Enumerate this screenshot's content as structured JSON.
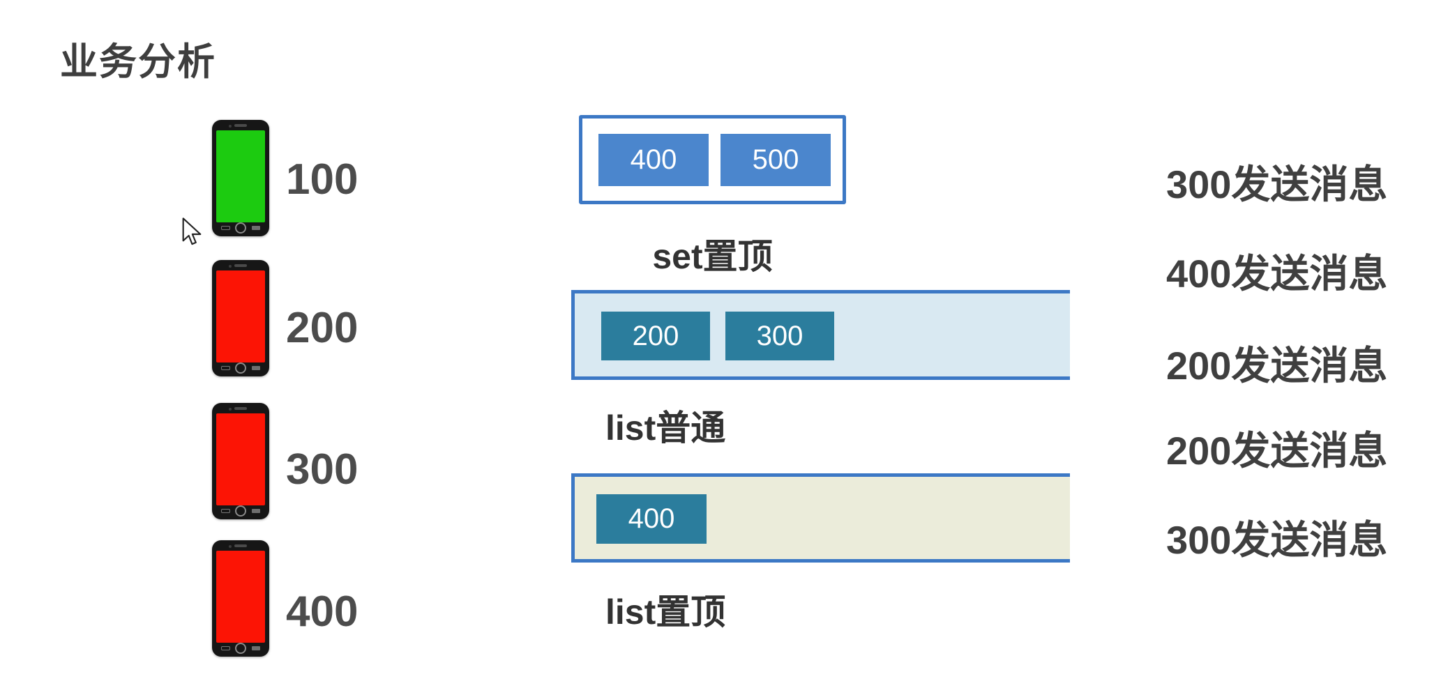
{
  "slide": {
    "title": "业务分析"
  },
  "phones": [
    {
      "label": "100",
      "screen_color": "#1ccb10"
    },
    {
      "label": "200",
      "screen_color": "#fc1405"
    },
    {
      "label": "300",
      "screen_color": "#fc1405"
    },
    {
      "label": "400",
      "screen_color": "#fc1405"
    }
  ],
  "queues": [
    {
      "label": "set置顶",
      "items": [
        "400",
        "500"
      ],
      "item_color": "#4b86cd",
      "fill": "#ffffff"
    },
    {
      "label": "list普通",
      "items": [
        "200",
        "300"
      ],
      "item_color": "#2b7d9d",
      "fill": "#d9e9f2"
    },
    {
      "label": "list置顶",
      "items": [
        "400"
      ],
      "item_color": "#2b7d9d",
      "fill": "#ebecda"
    }
  ],
  "messages": [
    "300发送消息",
    "400发送消息",
    "200发送消息",
    "200发送消息",
    "300发送消息"
  ],
  "colors": {
    "box_border": "#3c78c5",
    "blue_chip": "#4b86cd",
    "teal_chip": "#2b7d9d",
    "green_screen": "#1ccb10",
    "red_screen": "#fc1405",
    "text_dark": "#3f3f3f"
  }
}
